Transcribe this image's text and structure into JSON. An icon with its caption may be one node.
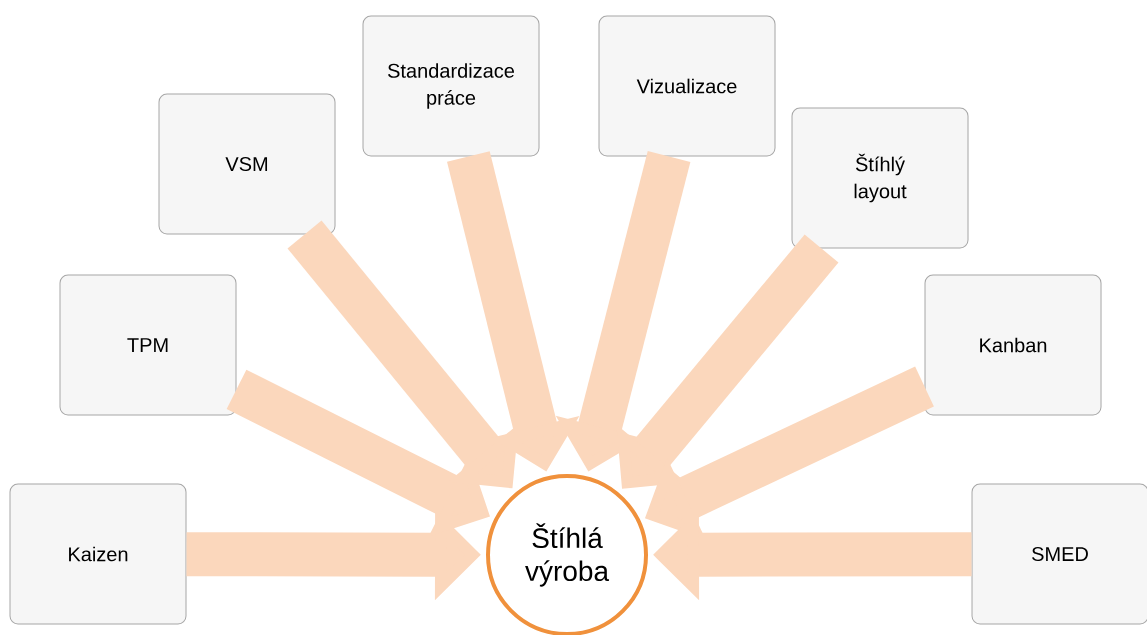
{
  "diagram": {
    "nodes": [
      {
        "text": [
          "Kaizen"
        ]
      },
      {
        "text": [
          "TPM"
        ]
      },
      {
        "text": [
          "VSM"
        ]
      },
      {
        "text": [
          "Standardizace práce"
        ]
      },
      {
        "text": [
          "Vizualizace"
        ]
      },
      {
        "text": [
          "Štíhlý layout"
        ]
      },
      {
        "text": [
          "Kanban"
        ]
      },
      {
        "text": [
          "SMED"
        ]
      },
      {
        "text": [
          "Štíhlá výroba"
        ]
      }
    ],
    "edges": [
      {
        "from": 0,
        "to": 8,
        "arrow": "to"
      },
      {
        "from": 1,
        "to": 8,
        "arrow": "to"
      },
      {
        "from": 2,
        "to": 8,
        "arrow": "to"
      },
      {
        "from": 3,
        "to": 8,
        "arrow": "to"
      },
      {
        "from": 4,
        "to": 8,
        "arrow": "to"
      },
      {
        "from": 5,
        "to": 8,
        "arrow": "to"
      },
      {
        "from": 6,
        "to": 8,
        "arrow": "to"
      },
      {
        "from": 7,
        "to": 8,
        "arrow": "to"
      }
    ]
  }
}
